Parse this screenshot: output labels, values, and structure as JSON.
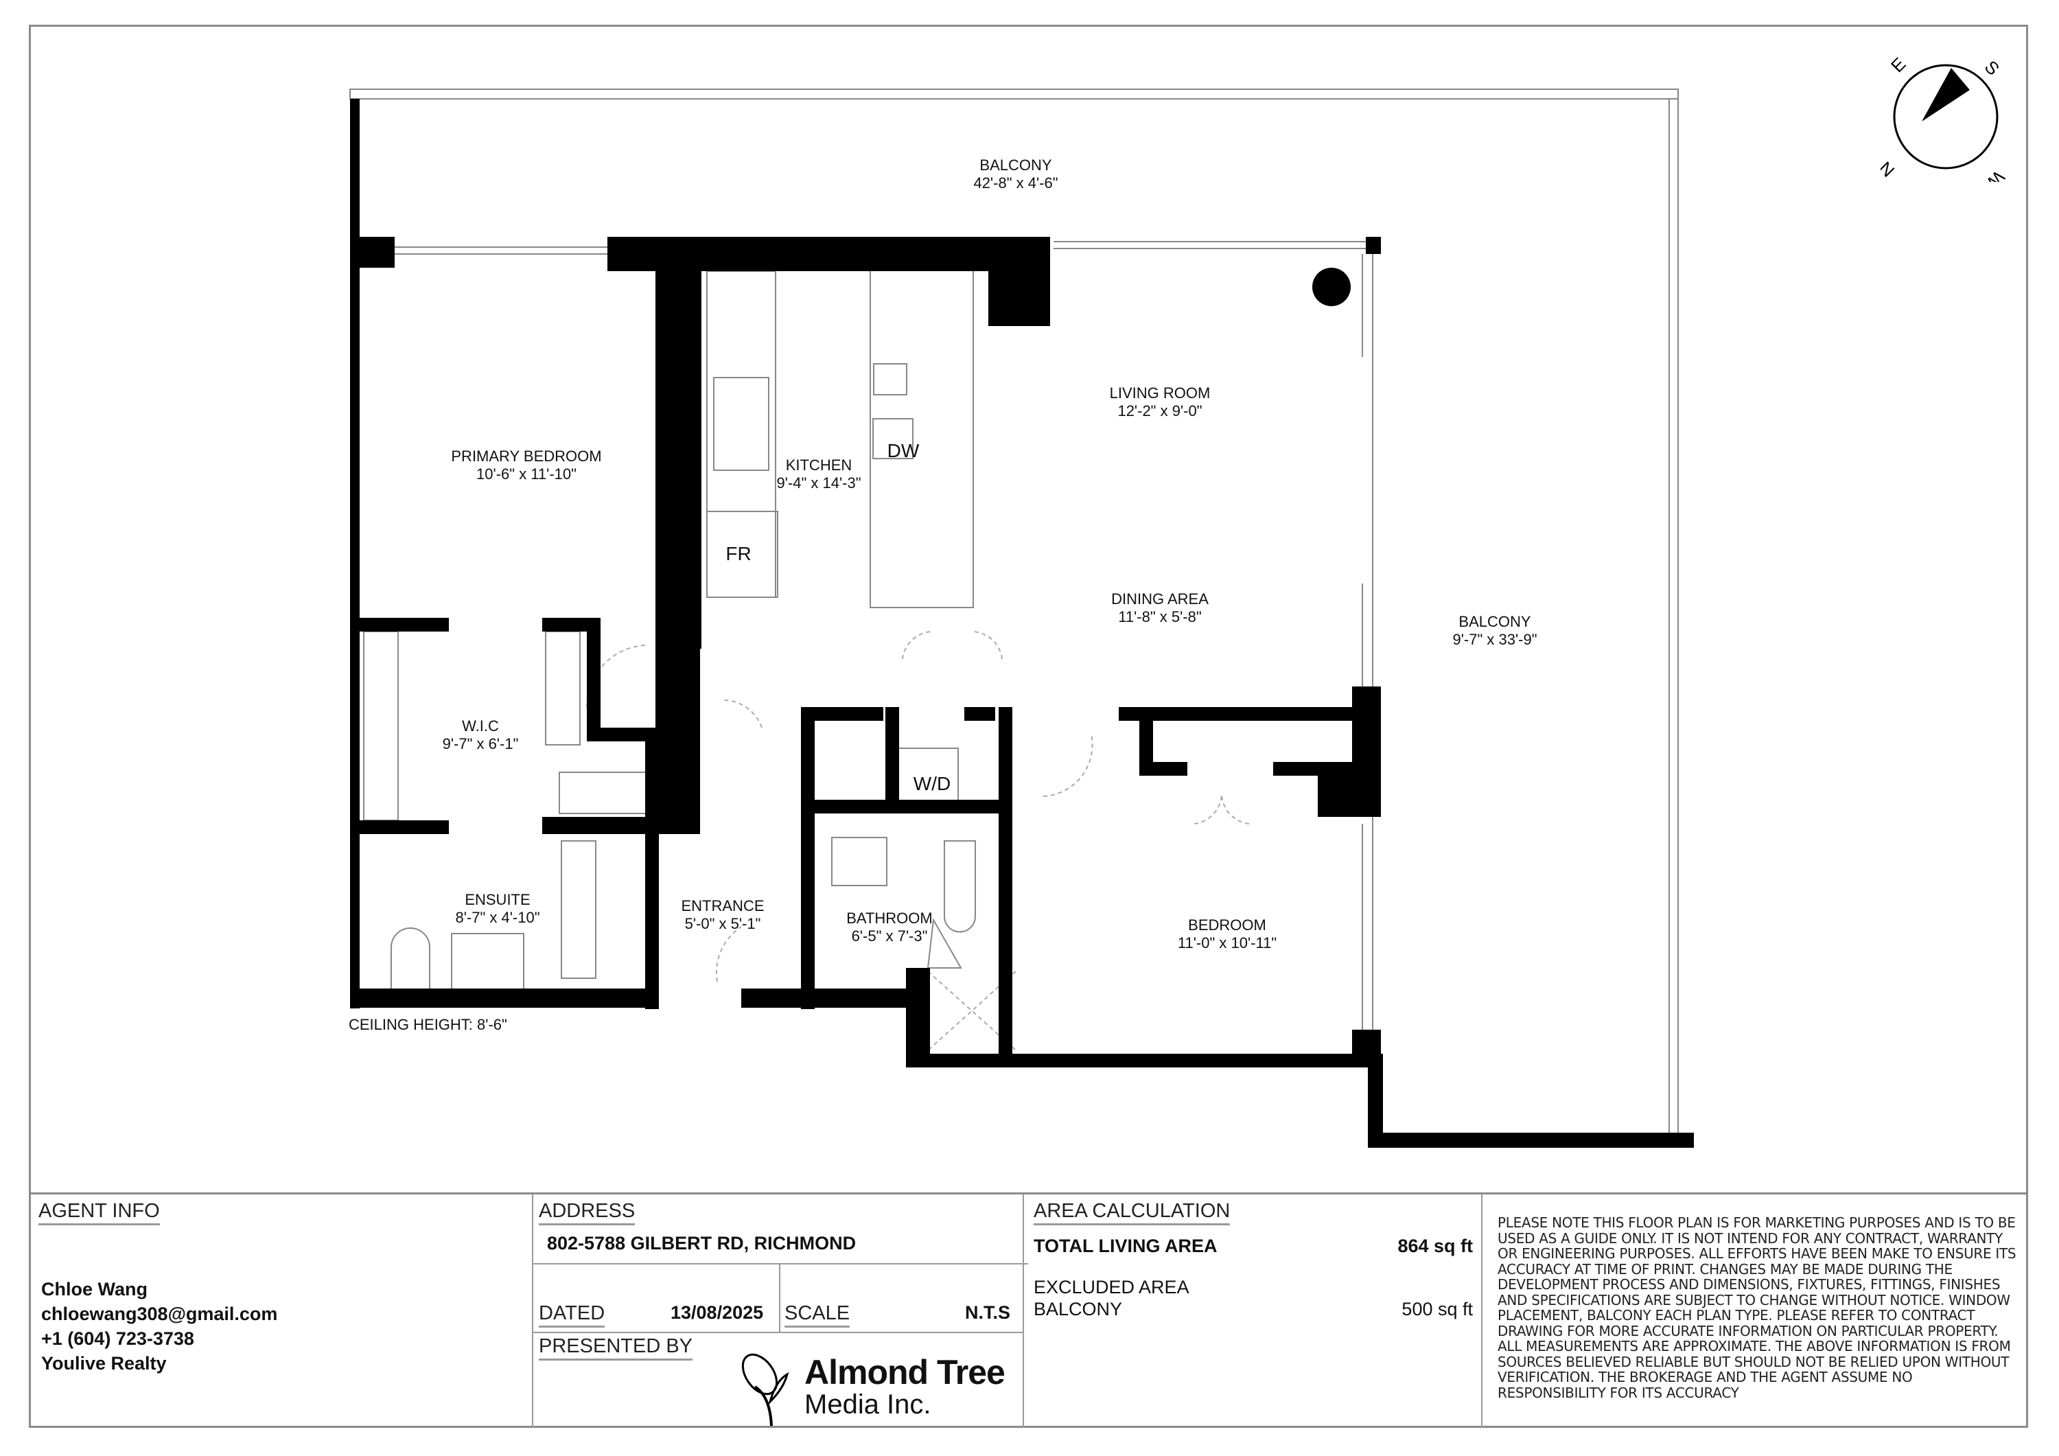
{
  "plan": {
    "ceiling_height": "CEILING HEIGHT: 8'-6\"",
    "rooms": [
      {
        "name": "BALCONY",
        "dims": "42'-8\" x 4'-6\""
      },
      {
        "name": "PRIMARY BEDROOM",
        "dims": "10'-6\" x 11'-10\""
      },
      {
        "name": "KITCHEN",
        "dims": "9'-4\" x 14'-3\""
      },
      {
        "name": "LIVING ROOM",
        "dims": "12'-2\" x 9'-0\""
      },
      {
        "name": "DINING AREA",
        "dims": "11'-8\" x 5'-8\""
      },
      {
        "name": "BALCONY",
        "dims": "9'-7\" x 33'-9\""
      },
      {
        "name": "W.I.C",
        "dims": "9'-7\" x 6'-1\""
      },
      {
        "name": "ENSUITE",
        "dims": "8'-7\" x 4'-10\""
      },
      {
        "name": "ENTRANCE",
        "dims": "5'-0\" x 5'-1\""
      },
      {
        "name": "BATHROOM",
        "dims": "6'-5\" x 7'-3\""
      },
      {
        "name": "BEDROOM",
        "dims": "11'-0\" x 10'-11\""
      }
    ],
    "fixtures": {
      "dishwasher": "DW",
      "fridge": "FR",
      "washer_dryer": "W/D"
    }
  },
  "compass": {
    "labels": [
      "E",
      "S",
      "N",
      "W"
    ],
    "icon": "compass-icon"
  },
  "titleblock": {
    "agent": {
      "header": "AGENT INFO",
      "name": "Chloe Wang",
      "email": "chloewang308@gmail.com",
      "phone": "+1 (604) 723-3738",
      "brokerage": "Youlive Realty"
    },
    "address": {
      "header": "ADDRESS",
      "value": "802-5788 GILBERT RD, RICHMOND",
      "dated_label": "DATED",
      "dated_value": "13/08/2025",
      "scale_label": "SCALE",
      "scale_value": "N.T.S",
      "presented_by_label": "PRESENTED BY",
      "logo_line1": "Almond Tree",
      "logo_line2": "Media Inc."
    },
    "area": {
      "header": "AREA CALCULATION",
      "total_label": "TOTAL LIVING AREA",
      "total_value": "864 sq ft",
      "excluded_label": "EXCLUDED AREA",
      "balcony_label": "BALCONY",
      "balcony_value": "500 sq ft"
    },
    "disclaimer": "PLEASE NOTE THIS FLOOR PLAN IS FOR MARKETING PURPOSES AND IS TO BE USED AS A GUIDE ONLY. IT IS NOT INTEND FOR ANY CONTRACT, WARRANTY OR ENGINEERING PURPOSES. ALL EFFORTS HAVE BEEN MAKE TO ENSURE ITS ACCURACY AT TIME OF PRINT. CHANGES MAY BE MADE DURING THE DEVELOPMENT PROCESS AND DIMENSIONS, FIXTURES, FITTINGS, FINISHES AND SPECIFICATIONS ARE SUBJECT TO CHANGE WITHOUT NOTICE. WINDOW PLACEMENT, BALCONY EACH PLAN TYPE. PLEASE REFER TO CONTRACT DRAWING FOR MORE ACCURATE INFORMATION ON PARTICULAR PROPERTY. ALL MEASUREMENTS ARE APPROXIMATE. THE ABOVE INFORMATION IS FROM SOURCES BELIEVED RELIABLE BUT SHOULD NOT BE RELIED UPON WITHOUT VERIFICATION. THE BROKERAGE AND THE AGENT ASSUME NO RESPONSIBILITY FOR ITS ACCURACY"
  }
}
